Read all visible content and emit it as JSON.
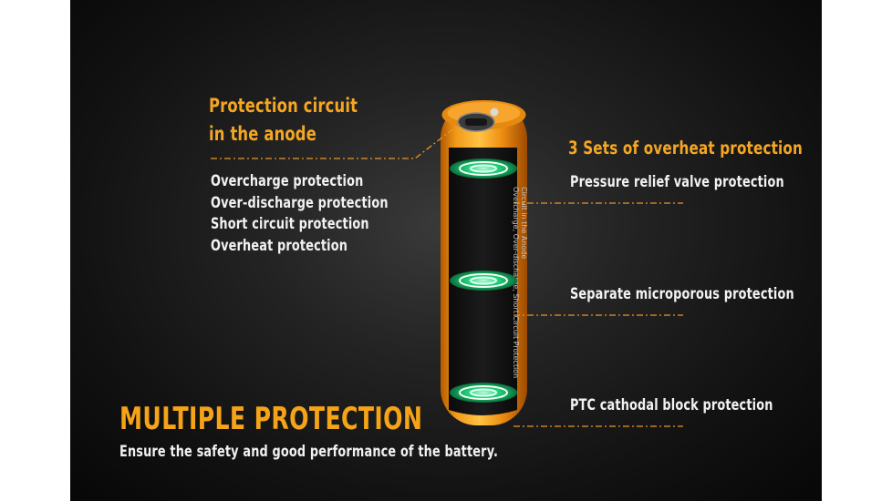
{
  "anode": {
    "title_line1": "Protection circuit",
    "title_line2": "in the anode",
    "items": [
      "Overcharge protection",
      "Over-discharge protection",
      "Short circuit protection",
      "Overheat protection"
    ]
  },
  "overheat": {
    "title": "3 Sets of overheat protection",
    "items": [
      "Pressure relief valve protection",
      "Separate microporous protection",
      "PTC cathodal block protection"
    ]
  },
  "footer": {
    "title": "MULTIPLE PROTECTION",
    "subtitle": "Ensure the safety and good performance of the battery."
  },
  "battery": {
    "label_line1": "Overcharge, Over-discharge, Short Circuit Protection",
    "label_line2": "Circuit in the Anode"
  },
  "colors": {
    "accent_orange": "#f5a623",
    "ring_green": "#19d27a",
    "background": "#1a1a1a"
  }
}
